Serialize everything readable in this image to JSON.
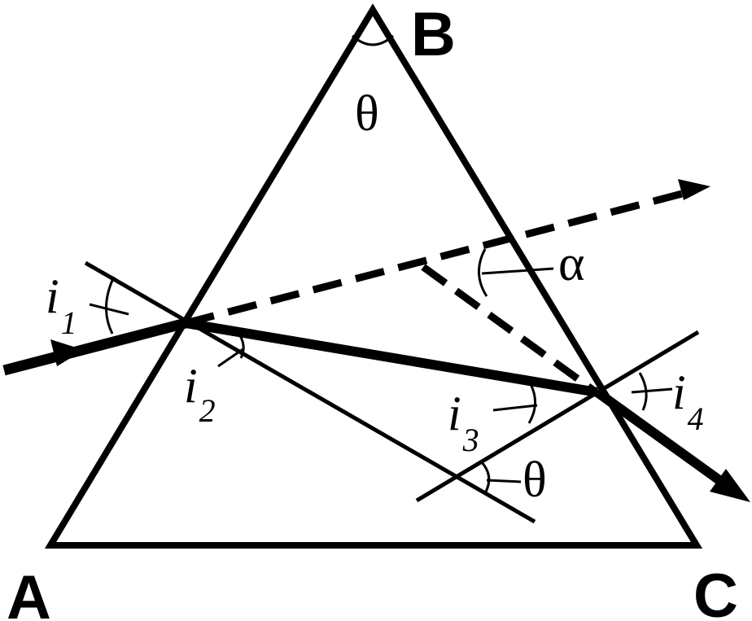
{
  "vertices": {
    "a": "A",
    "b": "B",
    "c": "C"
  },
  "angles": {
    "apex": "θ",
    "normals": "θ",
    "deviation": "α",
    "i1": {
      "letter": "i",
      "sub": "1"
    },
    "i2": {
      "letter": "i",
      "sub": "2"
    },
    "i3": {
      "letter": "i",
      "sub": "3"
    },
    "i4": {
      "letter": "i",
      "sub": "4"
    }
  },
  "colors": {
    "ink": "#000000",
    "background": "#ffffff"
  }
}
